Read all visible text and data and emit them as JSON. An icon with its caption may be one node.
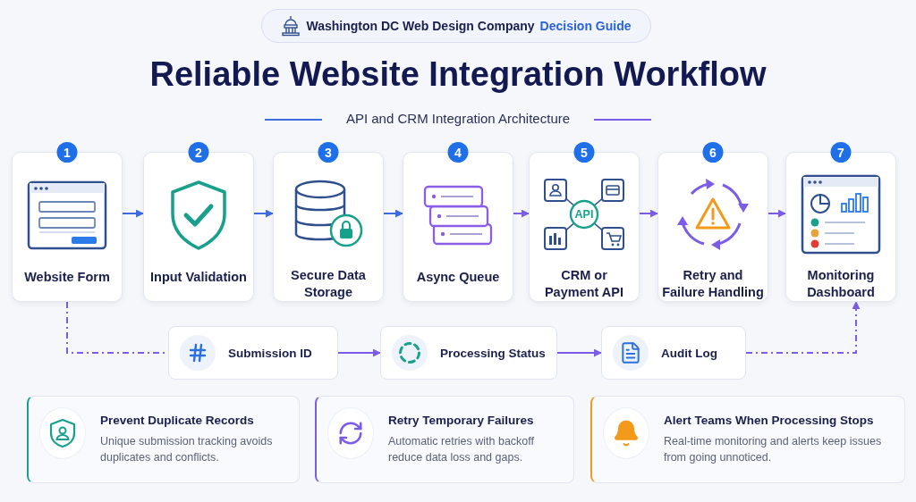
{
  "diagram": {
    "title": "Reliable Website Integration Workflow",
    "nodes": [
      {
        "text": [
          "Washington DC Web Design Company",
          "Decision Guide"
        ]
      },
      {
        "text": [
          "1",
          "Website Form"
        ]
      },
      {
        "text": [
          "2",
          "Input Validation"
        ]
      },
      {
        "text": [
          "3",
          "Secure Data Storage"
        ]
      },
      {
        "text": [
          "4",
          "Async Queue"
        ]
      },
      {
        "text": [
          "5",
          "CRM or Payment API"
        ]
      },
      {
        "text": [
          "6",
          "Retry and Failure Handling"
        ]
      },
      {
        "text": [
          "7",
          "Monitoring Dashboard"
        ]
      },
      {
        "text": [
          "Submission ID"
        ]
      },
      {
        "text": [
          "Processing Status"
        ]
      },
      {
        "text": [
          "Audit Log"
        ]
      },
      {
        "text": [
          "Prevent Duplicate Records",
          "Unique submission tracking avoids duplicates and conflicts."
        ]
      },
      {
        "text": [
          "Retry Temporary Failures",
          "Automatic retries with backoff reduce data loss and gaps."
        ]
      },
      {
        "text": [
          "Alert Teams When Processing Stops",
          "Real-time monitoring and alerts keep issues from going unnoticed."
        ]
      }
    ],
    "edges": [
      {
        "from": 1,
        "to": 2,
        "arrow": "to",
        "color": "#3d6be0"
      },
      {
        "from": 2,
        "to": 3,
        "arrow": "to",
        "color": "#3d6be0"
      },
      {
        "from": 3,
        "to": 4,
        "arrow": "to",
        "color": "#3d6be0"
      },
      {
        "from": 4,
        "to": 5,
        "arrow": "to"
      },
      {
        "from": 5,
        "to": 6,
        "arrow": "to"
      },
      {
        "from": 6,
        "to": 7,
        "arrow": "to"
      },
      {
        "from": 1,
        "to": 8,
        "arrow": "none",
        "style": "dashed"
      },
      {
        "from": 8,
        "to": 9,
        "arrow": "to"
      },
      {
        "from": 9,
        "to": 10,
        "arrow": "to"
      },
      {
        "from": 10,
        "to": 7,
        "arrow": "to",
        "style": "dashed"
      }
    ],
    "labels": [
      "API and CRM Integration Architecture",
      "API"
    ]
  }
}
